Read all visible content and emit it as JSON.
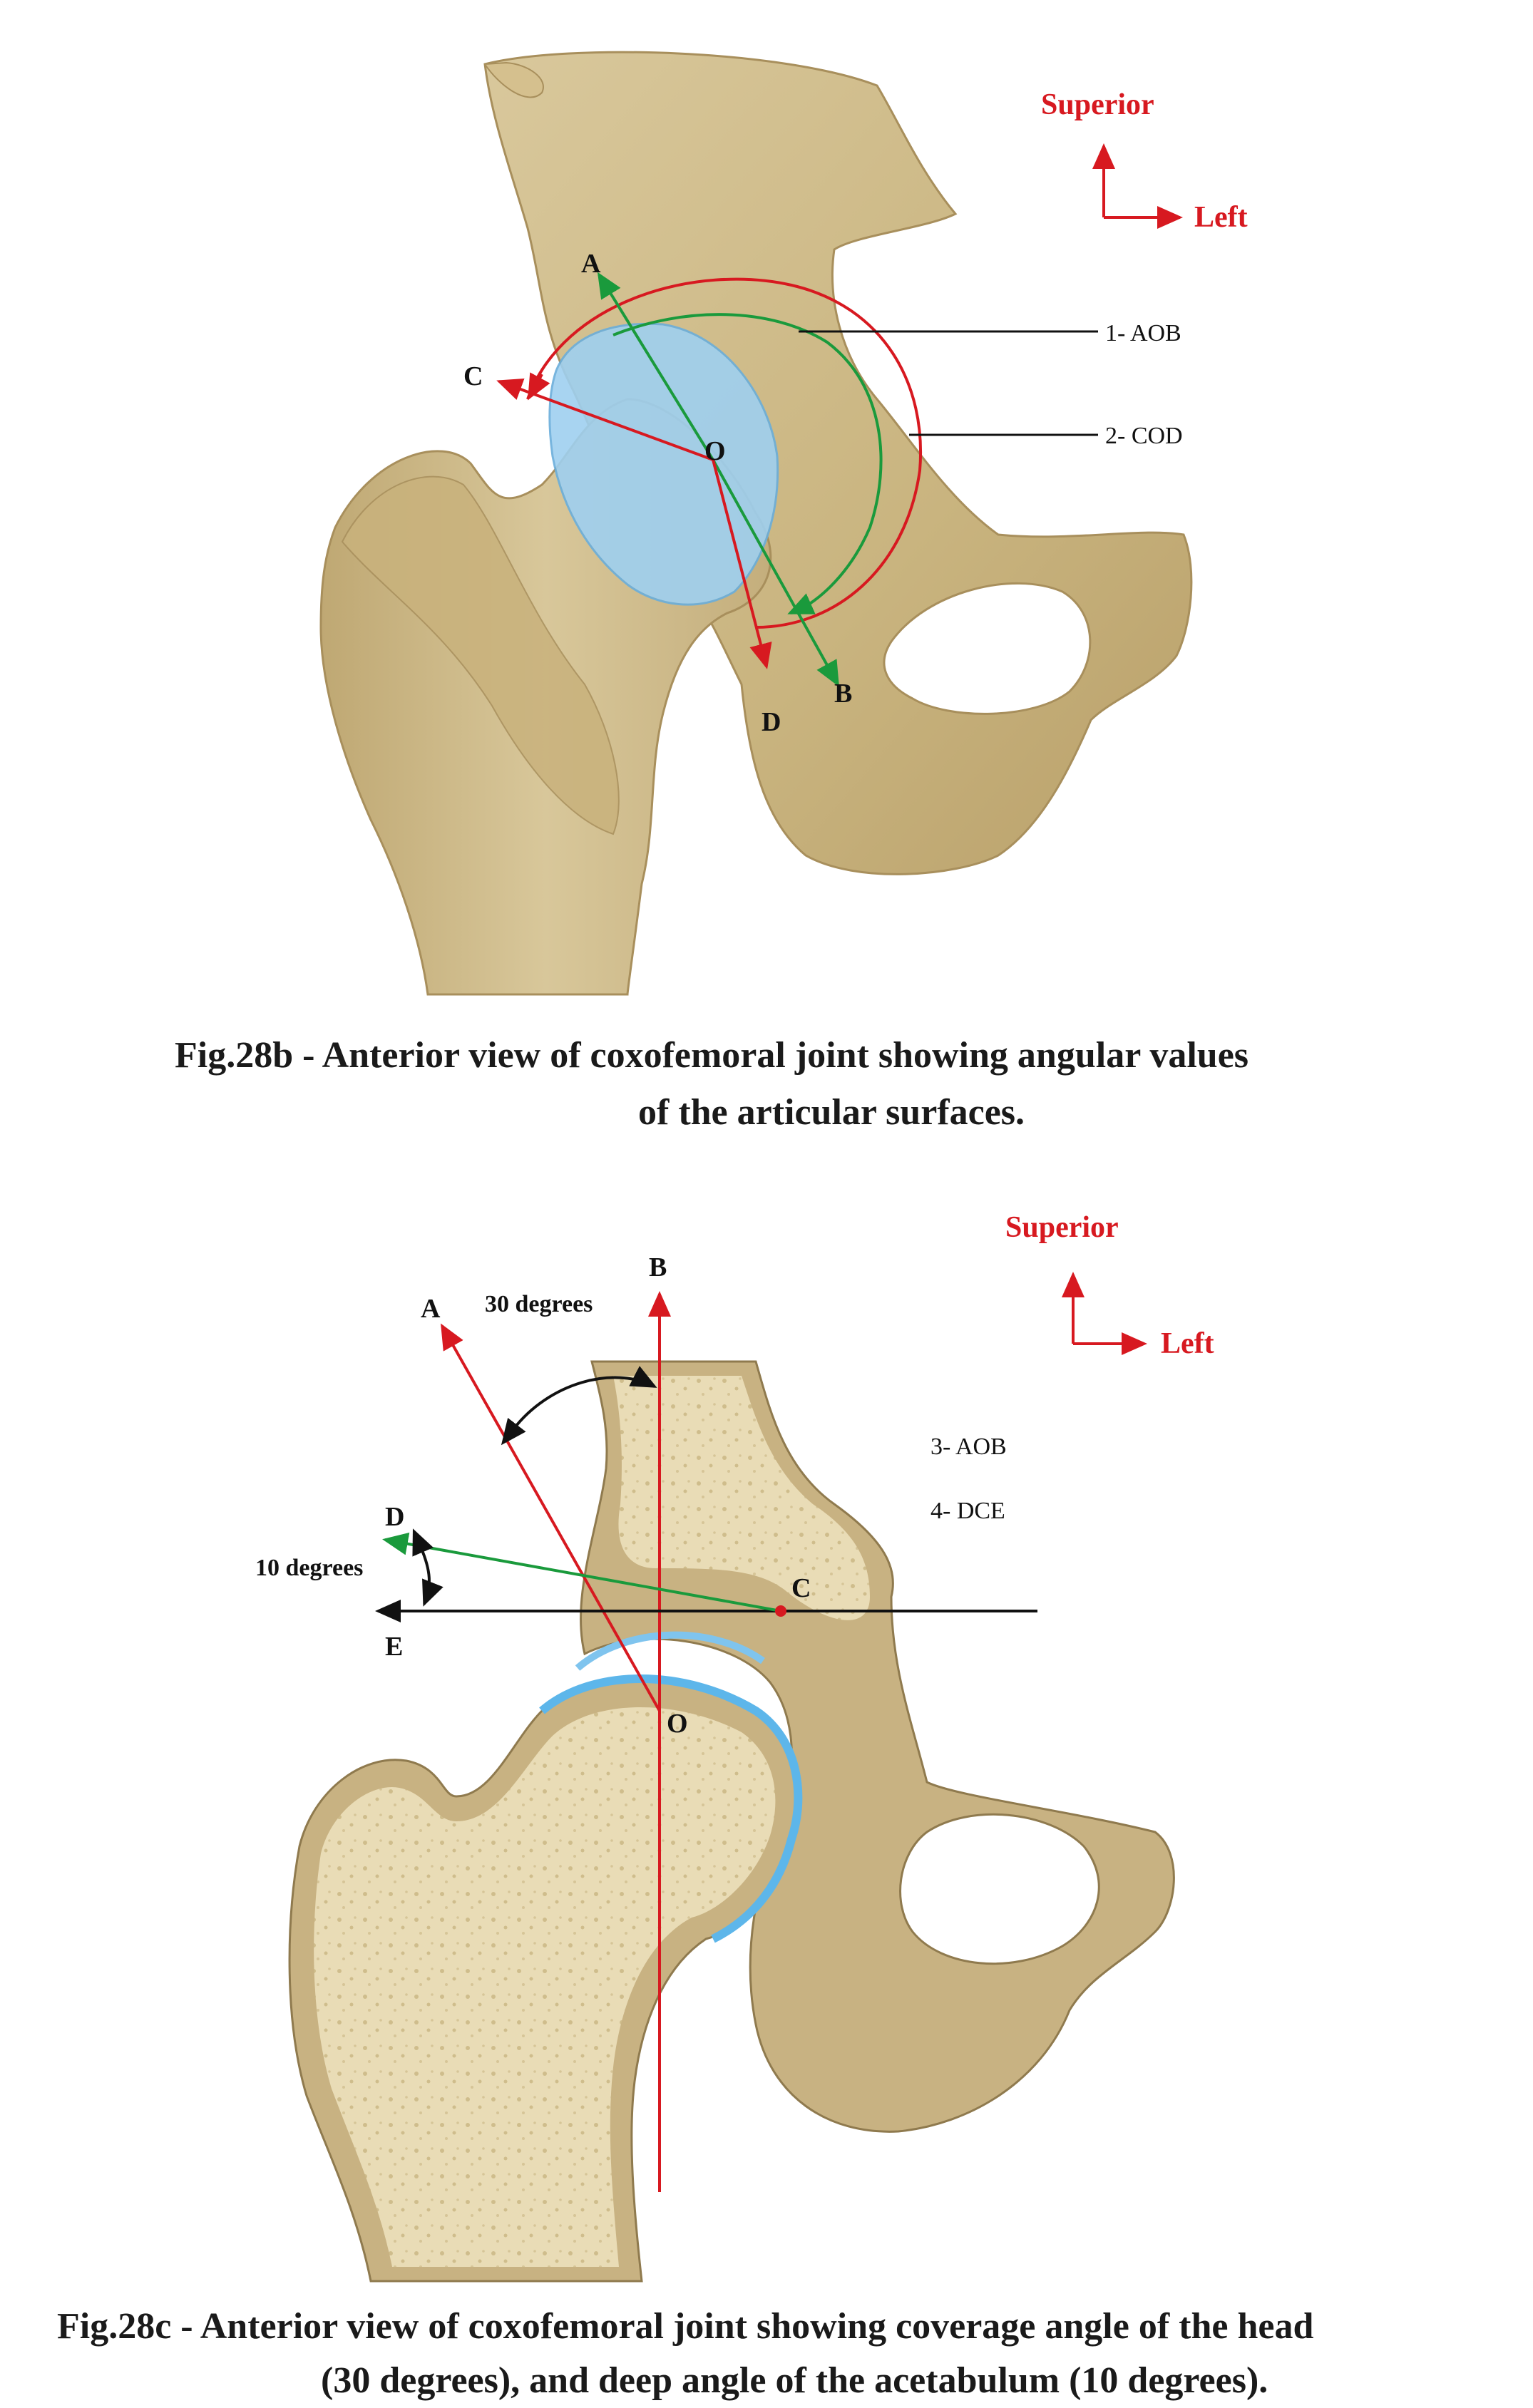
{
  "figure_b": {
    "caption_line1": "Fig.28b - Anterior view of coxofemoral joint showing angular values",
    "caption_line2": "of the articular surfaces.",
    "orientation": {
      "up": "Superior",
      "right": "Left"
    },
    "point_labels": {
      "a": "A",
      "b": "B",
      "c": "C",
      "d": "D",
      "o": "O"
    },
    "legend": {
      "item1": "1- AOB",
      "item2": "2- COD"
    }
  },
  "figure_c": {
    "caption_line1": "Fig.28c - Anterior view of coxofemoral joint showing coverage angle of the head",
    "caption_line2": "(30 degrees), and deep angle of the acetabulum (10 degrees).",
    "orientation": {
      "up": "Superior",
      "right": "Left"
    },
    "point_labels": {
      "a": "A",
      "b": "B",
      "c": "C",
      "d": "D",
      "e": "E",
      "o": "O"
    },
    "angle_labels": {
      "coverage": "30 degrees",
      "depth": "10 degrees"
    },
    "legend": {
      "item3": "3- AOB",
      "item4": "4- DCE"
    }
  },
  "colors": {
    "red": "#d71920",
    "green": "#1a9a3c",
    "bone": "#cdb98a",
    "cartilage": "#7fc4ee"
  }
}
